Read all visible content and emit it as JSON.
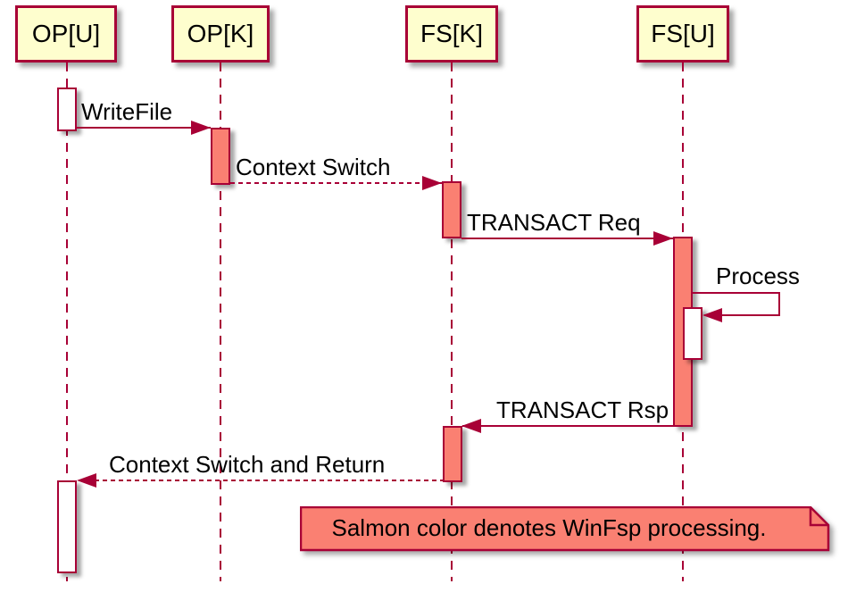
{
  "diagram": {
    "type": "sequence-diagram",
    "participants": [
      {
        "name": "OP[U]"
      },
      {
        "name": "OP[K]"
      },
      {
        "name": "FS[K]"
      },
      {
        "name": "FS[U]"
      }
    ],
    "messages": [
      {
        "label": "WriteFile",
        "from": "OP[U]",
        "to": "OP[K]",
        "line": "solid",
        "direction": "right"
      },
      {
        "label": "Context Switch",
        "from": "OP[K]",
        "to": "FS[K]",
        "line": "dashed",
        "direction": "right"
      },
      {
        "label": "TRANSACT Req",
        "from": "FS[K]",
        "to": "FS[U]",
        "line": "solid",
        "direction": "right"
      },
      {
        "label": "Process",
        "from": "FS[U]",
        "to": "FS[U]",
        "line": "solid",
        "direction": "self"
      },
      {
        "label": "TRANSACT Rsp",
        "from": "FS[U]",
        "to": "FS[K]",
        "line": "solid",
        "direction": "left"
      },
      {
        "label": "Context Switch and Return",
        "from": "FS[K]",
        "to": "OP[U]",
        "line": "dashed",
        "direction": "left"
      }
    ],
    "note": {
      "text": "Salmon color denotes WinFsp processing."
    },
    "colors": {
      "border_color": "#A80036",
      "salmon_fill": "#FA8072",
      "participant_fill": "#FEFECE",
      "text_color": "#000000",
      "background_color": "#FFFFFF"
    }
  }
}
